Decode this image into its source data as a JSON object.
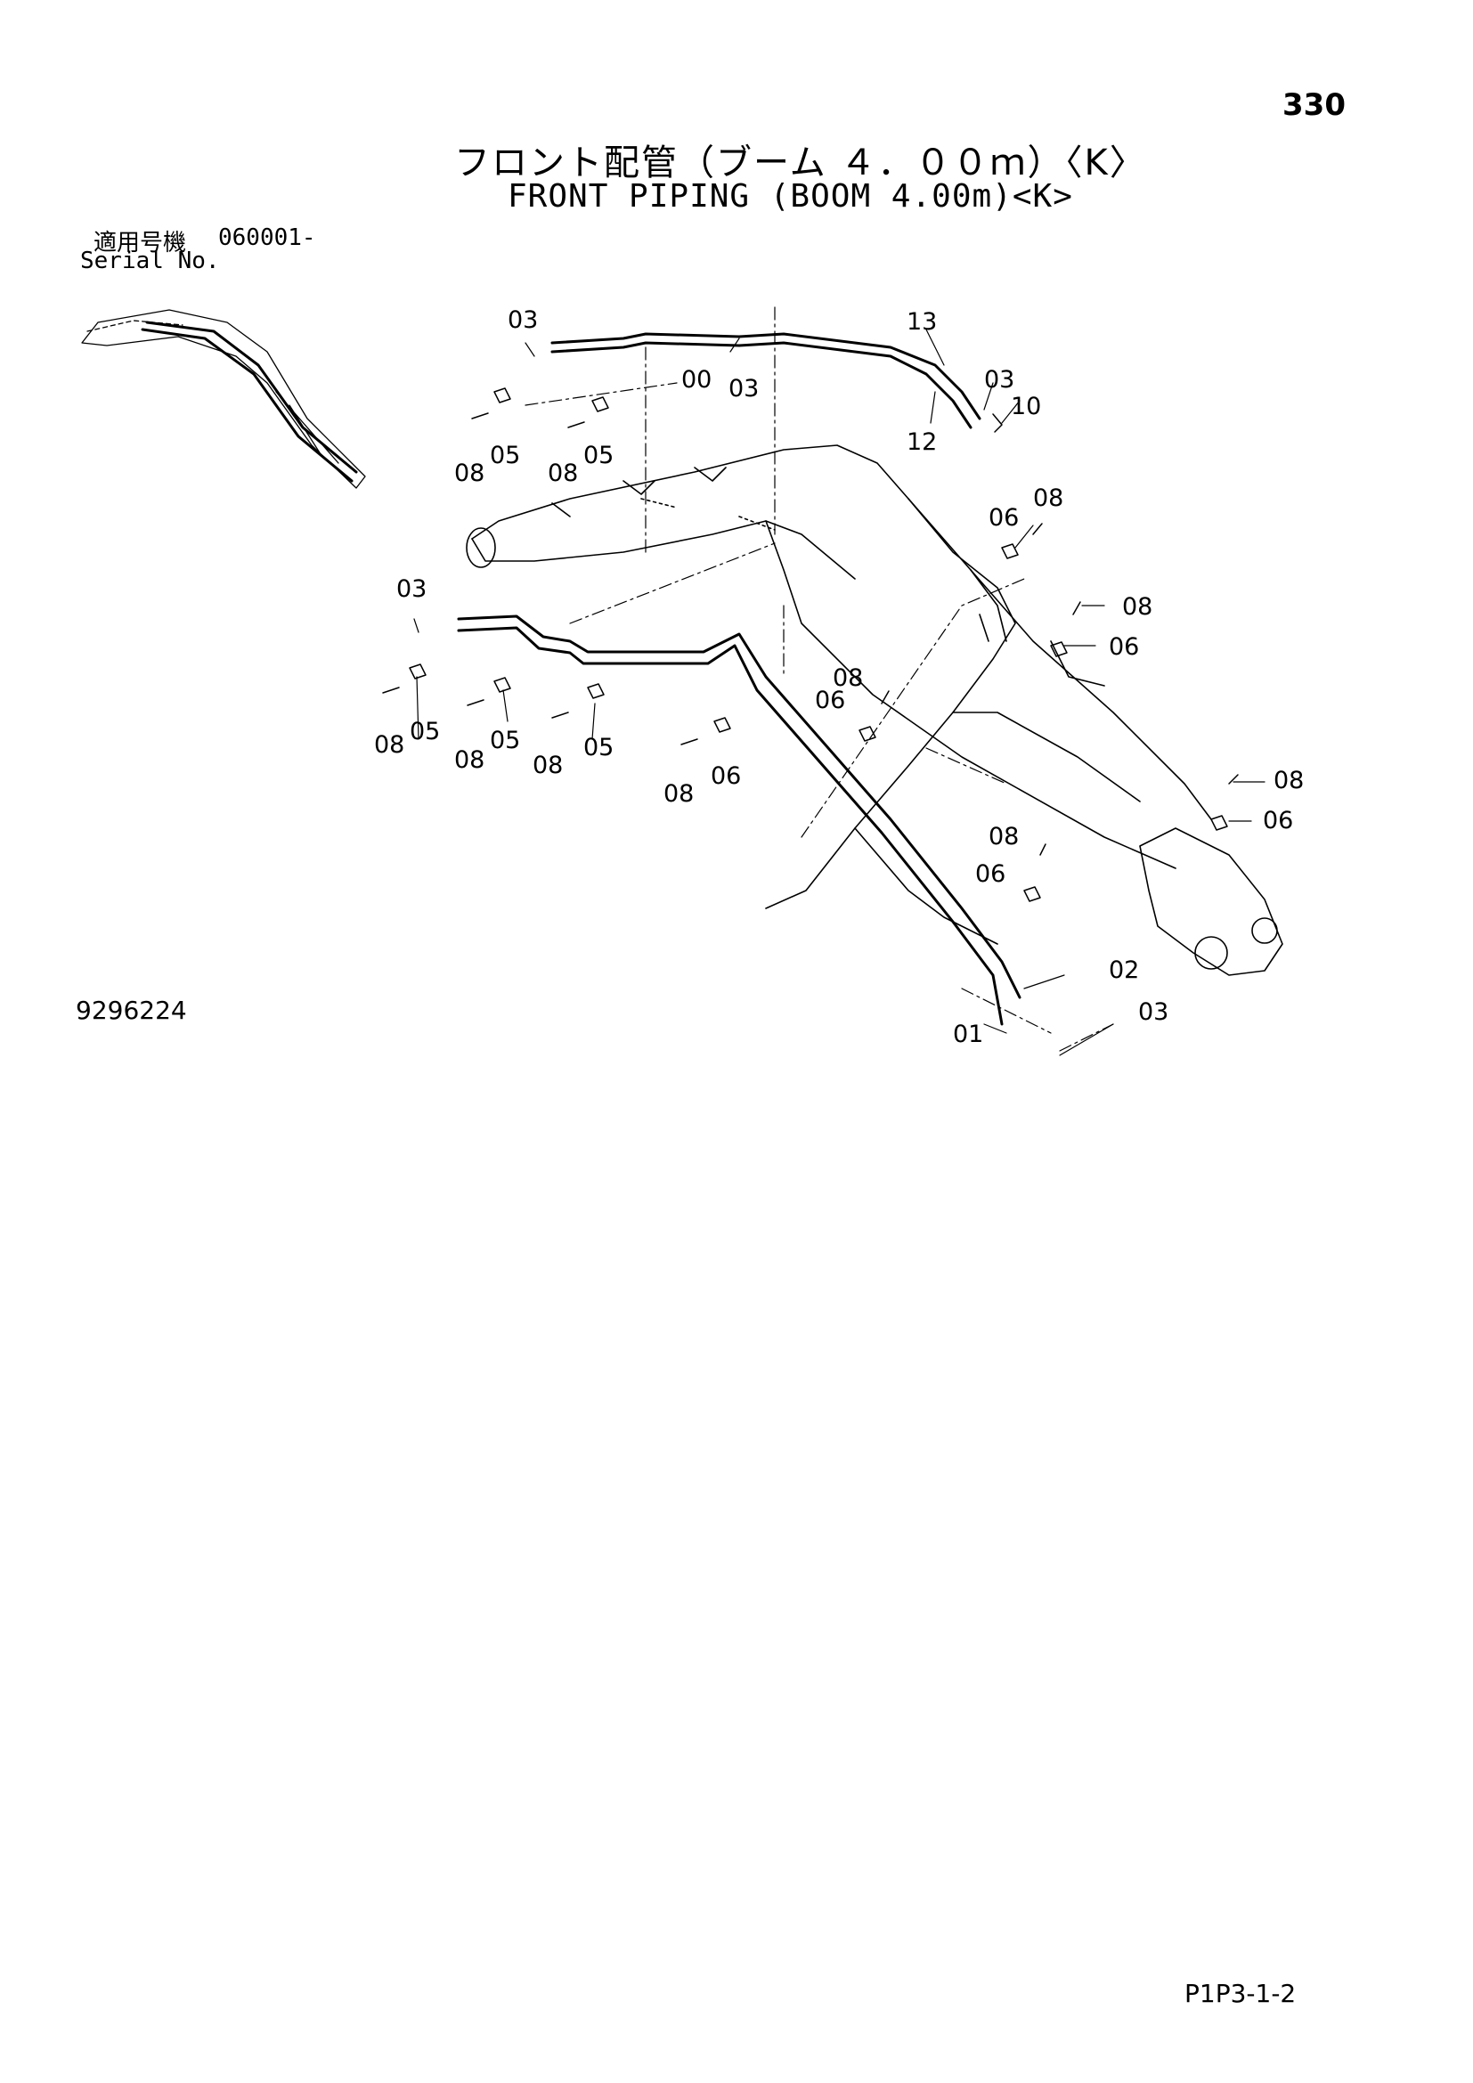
{
  "page_number": "330",
  "title_jp": "フロント配管（ブーム ４．００ｍ）〈K〉",
  "title_en": "FRONT PIPING (BOOM 4.00m)<K>",
  "serial": {
    "label_jp": "適用号機",
    "value": "060001-",
    "label_en": "Serial No."
  },
  "drawing_number": "9296224",
  "page_code": "P1P3-1-2",
  "callouts": [
    {
      "id": "c-03-a",
      "label": "03"
    },
    {
      "id": "c-13",
      "label": "13"
    },
    {
      "id": "c-00",
      "label": "00"
    },
    {
      "id": "c-03-b",
      "label": "03"
    },
    {
      "id": "c-03-c",
      "label": "03"
    },
    {
      "id": "c-10",
      "label": "10"
    },
    {
      "id": "c-12",
      "label": "12"
    },
    {
      "id": "c-05-a",
      "label": "05"
    },
    {
      "id": "c-05-b",
      "label": "05"
    },
    {
      "id": "c-08-a",
      "label": "08"
    },
    {
      "id": "c-08-b",
      "label": "08"
    },
    {
      "id": "c-06-a",
      "label": "06"
    },
    {
      "id": "c-08-c",
      "label": "08"
    },
    {
      "id": "c-03-d",
      "label": "03"
    },
    {
      "id": "c-08-d",
      "label": "08"
    },
    {
      "id": "c-06-b",
      "label": "06"
    },
    {
      "id": "c-08-e",
      "label": "08"
    },
    {
      "id": "c-06-c",
      "label": "06"
    },
    {
      "id": "c-05-c",
      "label": "05"
    },
    {
      "id": "c-05-d",
      "label": "05"
    },
    {
      "id": "c-05-e",
      "label": "05"
    },
    {
      "id": "c-08-f",
      "label": "08"
    },
    {
      "id": "c-08-g",
      "label": "08"
    },
    {
      "id": "c-08-h",
      "label": "08"
    },
    {
      "id": "c-06-d",
      "label": "06"
    },
    {
      "id": "c-08-i",
      "label": "08"
    },
    {
      "id": "c-08-j",
      "label": "08"
    },
    {
      "id": "c-06-e",
      "label": "06"
    },
    {
      "id": "c-08-k",
      "label": "08"
    },
    {
      "id": "c-06-f",
      "label": "06"
    },
    {
      "id": "c-02",
      "label": "02"
    },
    {
      "id": "c-01",
      "label": "01"
    },
    {
      "id": "c-03-e",
      "label": "03"
    }
  ]
}
